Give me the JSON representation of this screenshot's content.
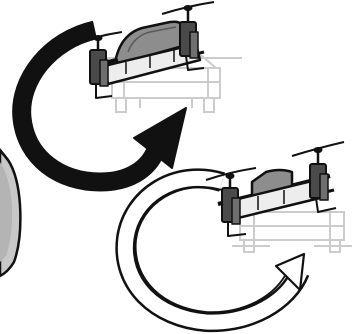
{
  "diagram": {
    "figures": [
      {
        "name": "flip-forward",
        "arrow_style": "filled-black",
        "rotation": "clockwise"
      },
      {
        "name": "flip-backward",
        "arrow_style": "outline",
        "rotation": "clockwise"
      }
    ],
    "controller_visible": true,
    "colors": {
      "ink": "#111111",
      "ghost": "#bdbdbd",
      "body_grey": "#8a8a8a",
      "light_grey": "#d4d4d4",
      "background": "#ffffff"
    }
  }
}
